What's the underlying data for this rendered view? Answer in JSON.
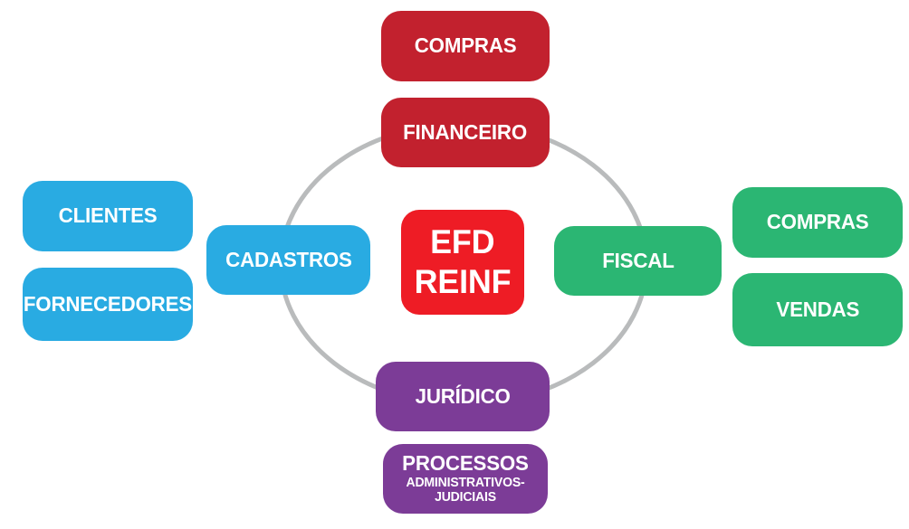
{
  "diagram": {
    "ring": {
      "color": "#B9BBBC"
    },
    "center": {
      "line1": "EFD",
      "line2": "REINF",
      "color": "#EE1C25"
    },
    "nodes": {
      "compras_top": {
        "label": "COMPRAS",
        "color": "#C2212E"
      },
      "financeiro": {
        "label": "FINANCEIRO",
        "color": "#C2212E"
      },
      "clientes": {
        "label": "CLIENTES",
        "color": "#29ABE2"
      },
      "fornecedores": {
        "label": "FORNECEDORES",
        "color": "#29ABE2"
      },
      "cadastros": {
        "label": "CADASTROS",
        "color": "#29ABE2"
      },
      "fiscal": {
        "label": "FISCAL",
        "color": "#2BB673"
      },
      "compras_right": {
        "label": "COMPRAS",
        "color": "#2BB673"
      },
      "vendas": {
        "label": "VENDAS",
        "color": "#2BB673"
      },
      "juridico": {
        "label": "JURÍDICO",
        "color": "#7C3C97"
      },
      "processos": {
        "label": "PROCESSOS",
        "sublabel": "ADMINISTRATIVOS-JUDICIAIS",
        "color": "#7C3C97"
      }
    }
  }
}
